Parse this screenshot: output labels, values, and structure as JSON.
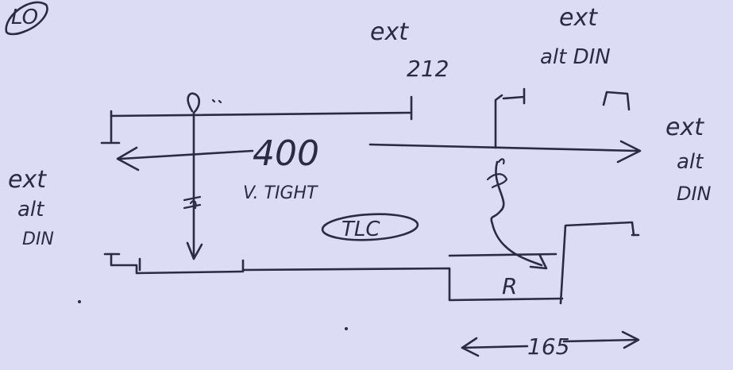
{
  "labels": {
    "top_left": "LO",
    "ext_212": "ext",
    "num_212": "212",
    "ext_alt_top": "ext",
    "alt_top": "alt DIN",
    "ext_right": "ext",
    "alt_right": "alt",
    "din_right": "DIN",
    "ext_left": "ext",
    "alt_left": "alt",
    "din_left": "DIN",
    "dim_400": "400",
    "v_tight": "V. TIGHT",
    "tlc": "TLC",
    "marker_r": "R",
    "dim_165": "165"
  }
}
